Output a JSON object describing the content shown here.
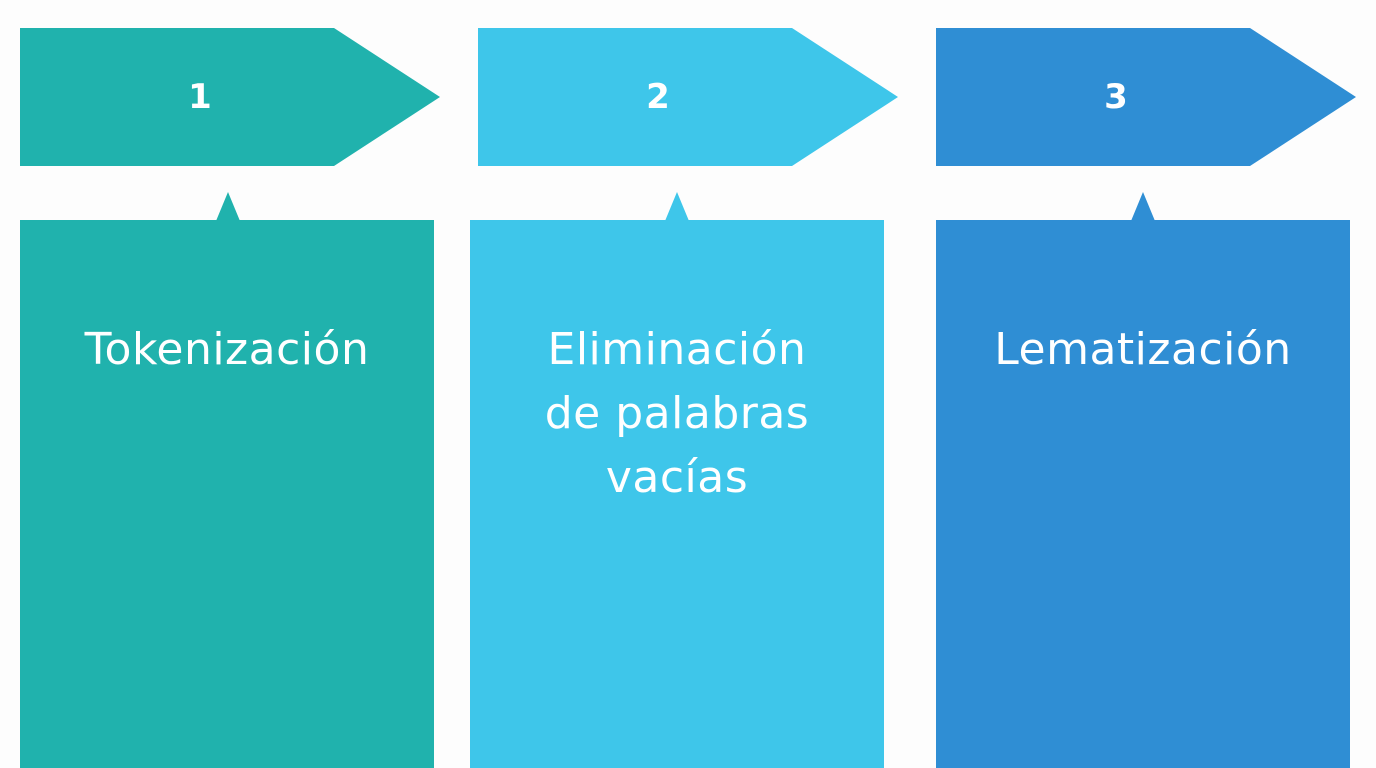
{
  "steps": [
    {
      "number": "1",
      "label": "Tokenización",
      "color": "#20b2ad"
    },
    {
      "number": "2",
      "label": "Eliminación\nde palabras\nvacías",
      "color": "#3ec6ea"
    },
    {
      "number": "3",
      "label": "Lematización",
      "color": "#2f8ed4"
    }
  ]
}
